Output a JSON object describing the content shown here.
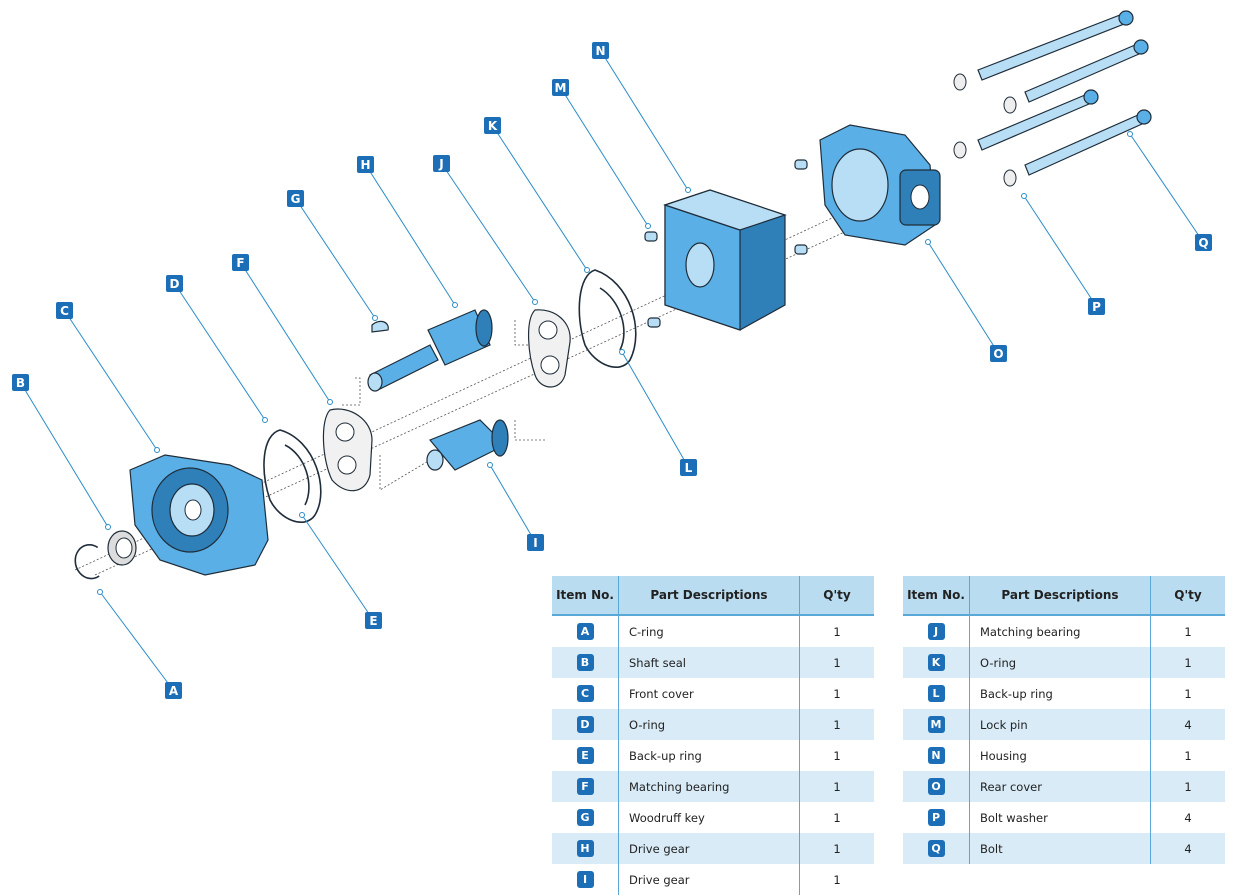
{
  "table_headers": {
    "item_no": "Item No.",
    "description": "Part Descriptions",
    "qty": "Q'ty"
  },
  "parts": [
    {
      "letter": "A",
      "description": "C-ring",
      "qty": "1"
    },
    {
      "letter": "B",
      "description": "Shaft seal",
      "qty": "1"
    },
    {
      "letter": "C",
      "description": "Front cover",
      "qty": "1"
    },
    {
      "letter": "D",
      "description": "O-ring",
      "qty": "1"
    },
    {
      "letter": "E",
      "description": "Back-up ring",
      "qty": "1"
    },
    {
      "letter": "F",
      "description": "Matching bearing",
      "qty": "1"
    },
    {
      "letter": "G",
      "description": "Woodruff key",
      "qty": "1"
    },
    {
      "letter": "H",
      "description": "Drive gear",
      "qty": "1"
    },
    {
      "letter": "I",
      "description": "Drive gear",
      "qty": "1"
    },
    {
      "letter": "J",
      "description": "Matching bearing",
      "qty": "1"
    },
    {
      "letter": "K",
      "description": "O-ring",
      "qty": "1"
    },
    {
      "letter": "L",
      "description": "Back-up ring",
      "qty": "1"
    },
    {
      "letter": "M",
      "description": "Lock pin",
      "qty": "4"
    },
    {
      "letter": "N",
      "description": "Housing",
      "qty": "1"
    },
    {
      "letter": "O",
      "description": "Rear cover",
      "qty": "1"
    },
    {
      "letter": "P",
      "description": "Bolt washer",
      "qty": "4"
    },
    {
      "letter": "Q",
      "description": "Bolt",
      "qty": "4"
    }
  ],
  "colors": {
    "badge": "#1c6fb6",
    "callout_line": "#2b8cc8",
    "header_bg": "#b9dcf0",
    "row_shade": "#d8ebf7",
    "part_blue": "#5ab0e6"
  }
}
